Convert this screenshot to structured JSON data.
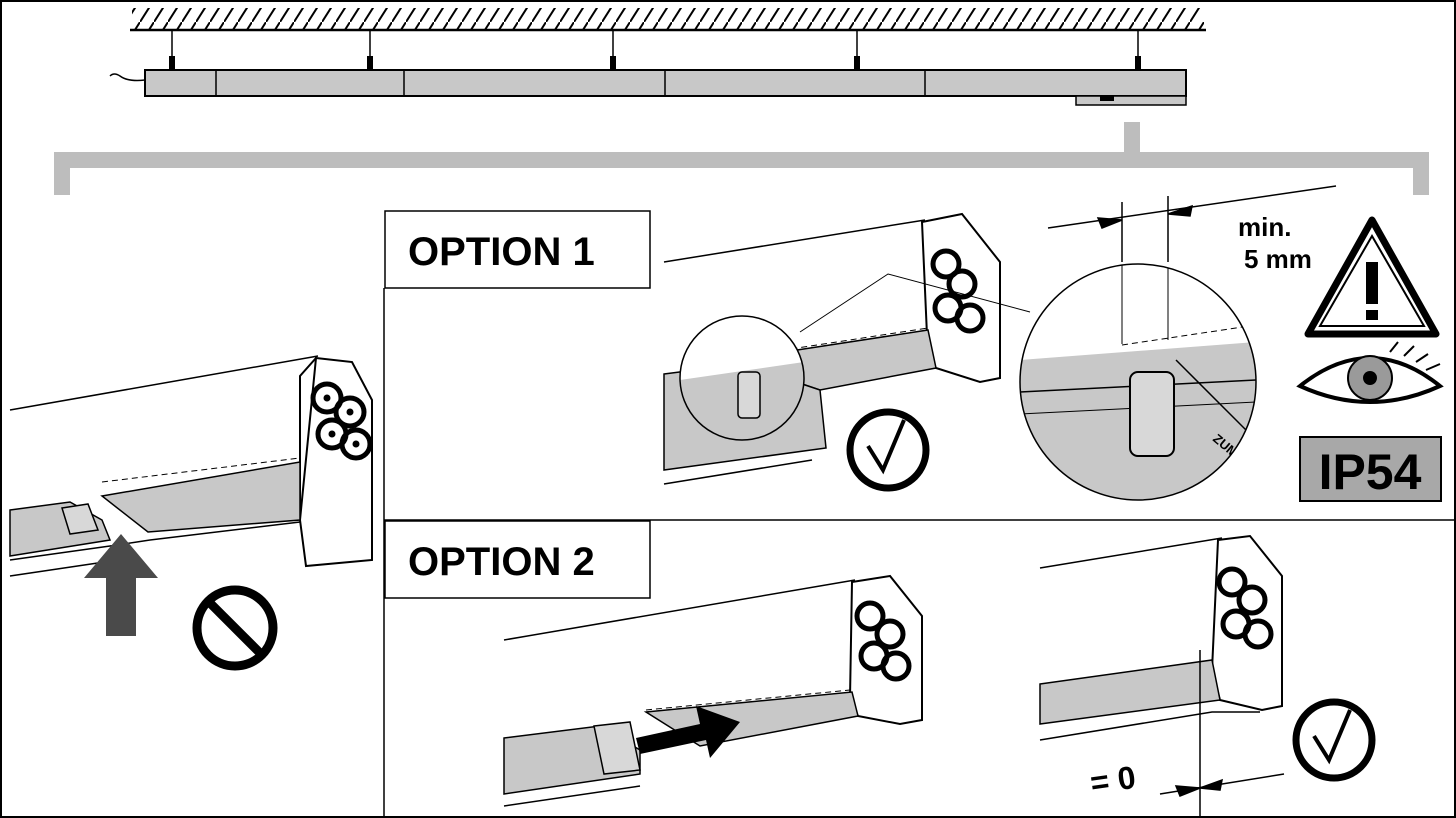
{
  "labels": {
    "option1": "OPTION 1",
    "option2": "OPTION 2",
    "min_line1": "min.",
    "min_line2": "5 mm",
    "ip_rating": "IP54",
    "zero_gap": "= 0",
    "brand_mark": "ZUMTOBEL"
  },
  "icons": {
    "ok": "checkmark-circle-icon",
    "forbidden": "prohibited-icon",
    "warning": "warning-triangle-icon",
    "inspect": "eye-icon"
  },
  "colors": {
    "line": "#000000",
    "fill_gray": "#c8c8c8",
    "bracket_gray": "#bdbdbd",
    "arrow_dark": "#4a4a4a",
    "ip_badge": "#a8a8a8",
    "eye_iris": "#9a9a9a"
  }
}
